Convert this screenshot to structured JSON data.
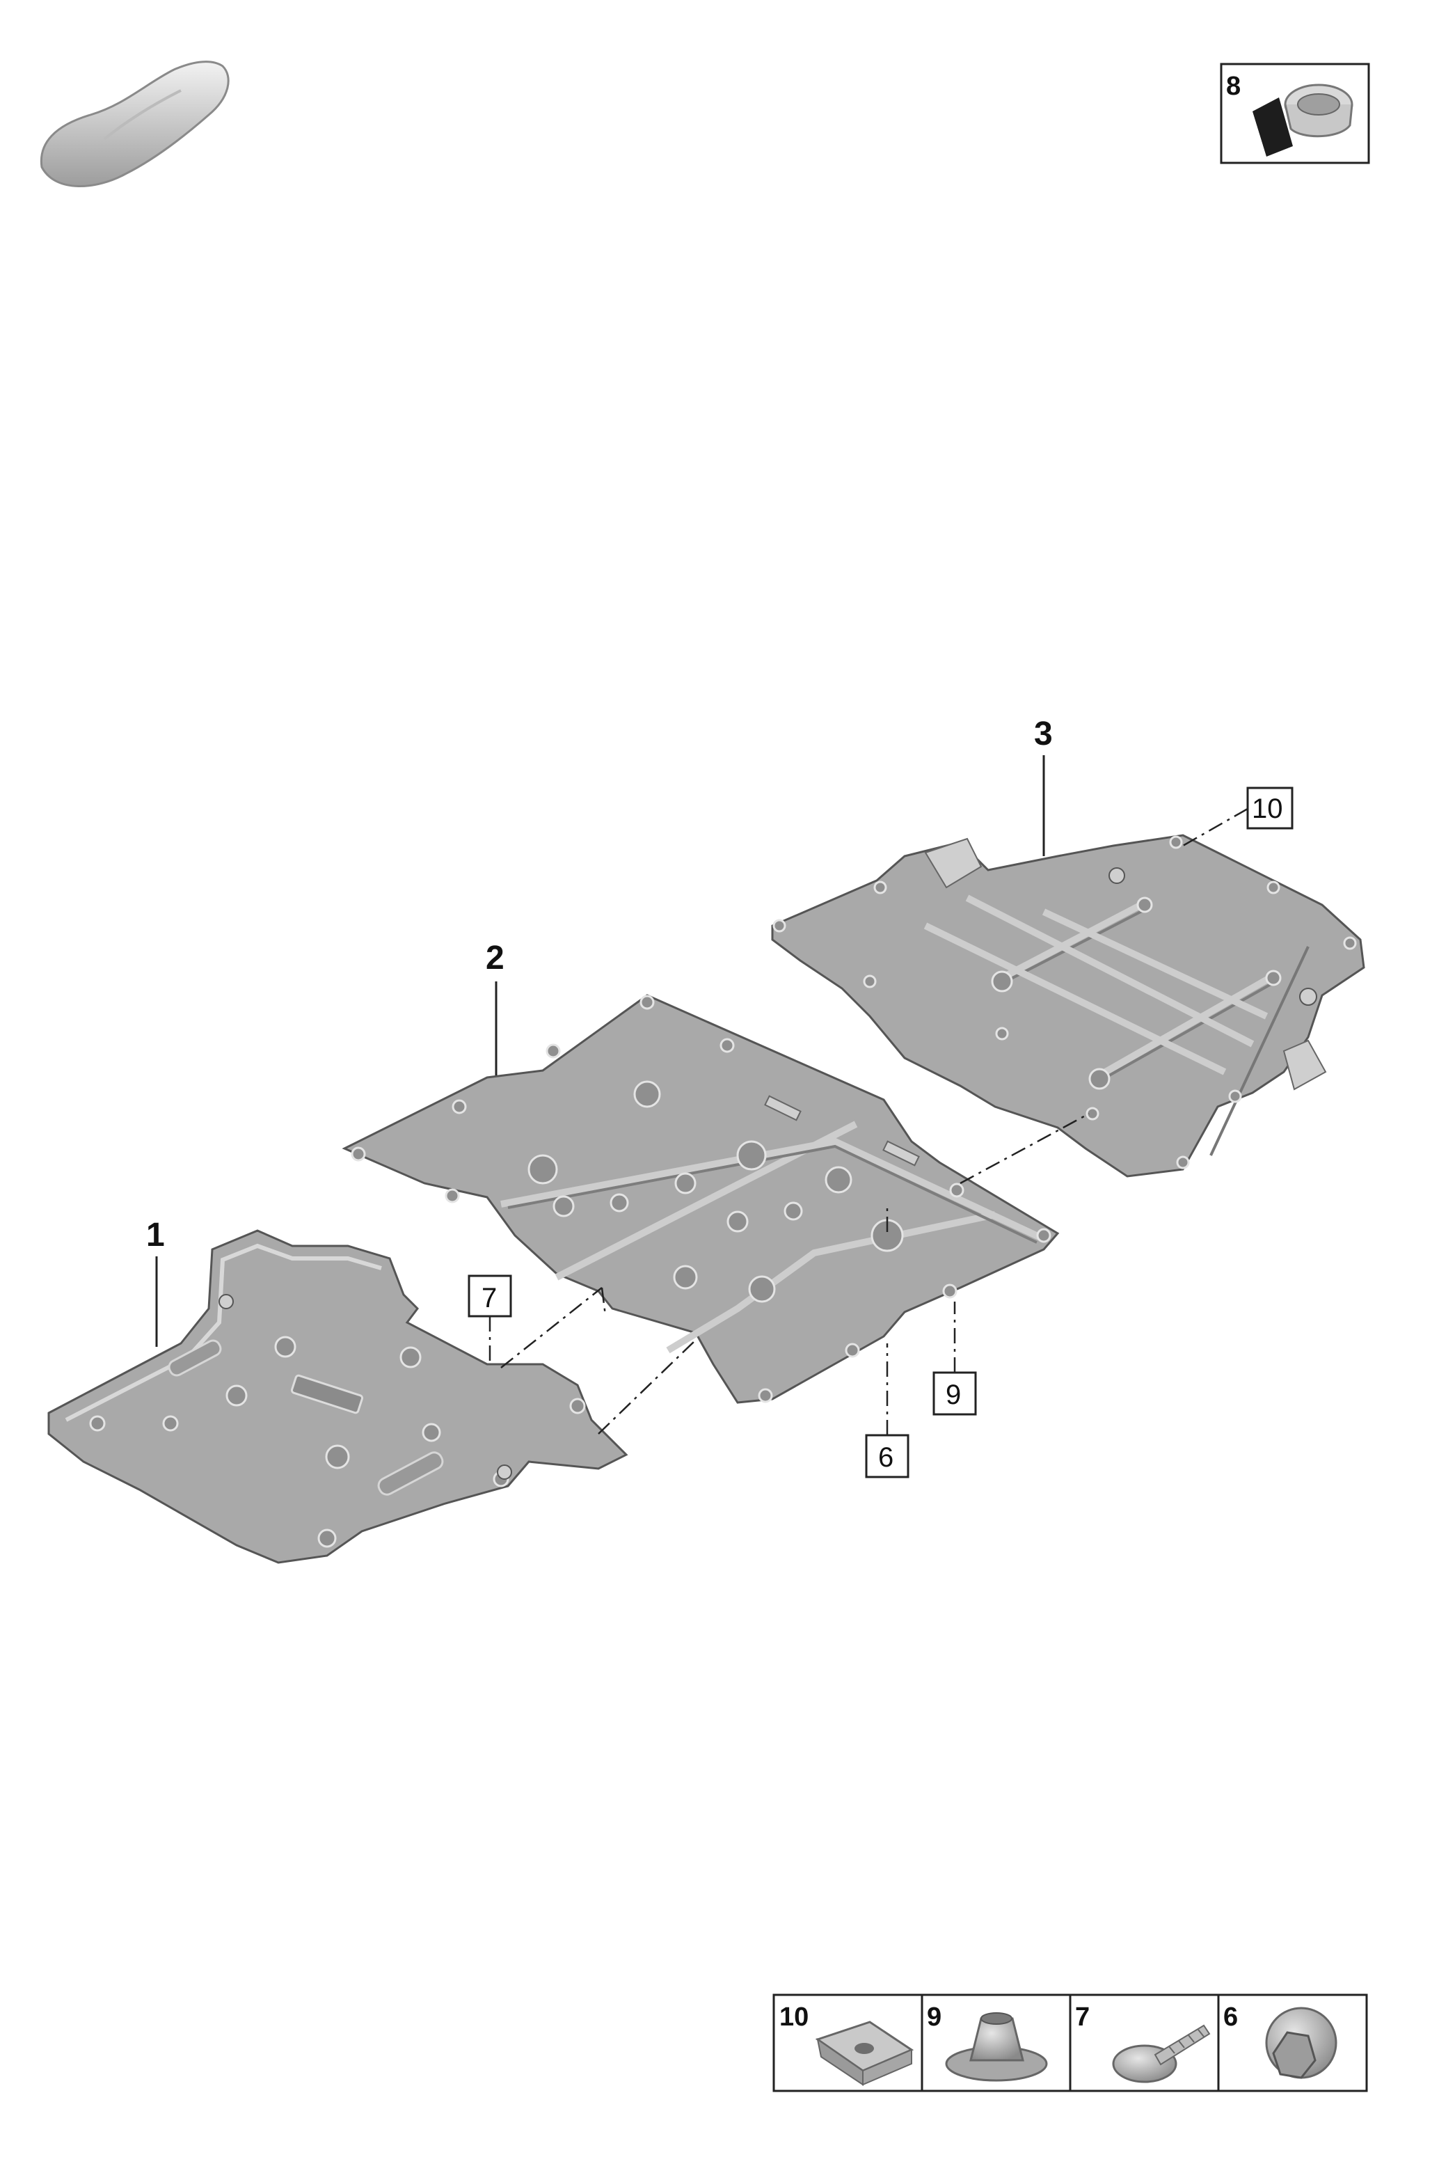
{
  "callouts": {
    "part1": "1",
    "part2": "2",
    "part3": "3",
    "part6": "6",
    "part7": "7",
    "part8": "8",
    "part9": "9",
    "part10": "10"
  },
  "fastener_table": {
    "cells": [
      "10",
      "9",
      "7",
      "6"
    ]
  },
  "icons": {
    "vehicle": "car-body-icon",
    "part8": "grommet-seal-icon",
    "part10": "clip-nut-icon",
    "part9": "expansion-nut-icon",
    "part7": "tapping-screw-icon",
    "part6": "flange-nut-icon"
  },
  "colors": {
    "panel": "#a9a9a9",
    "line": "#222222"
  }
}
